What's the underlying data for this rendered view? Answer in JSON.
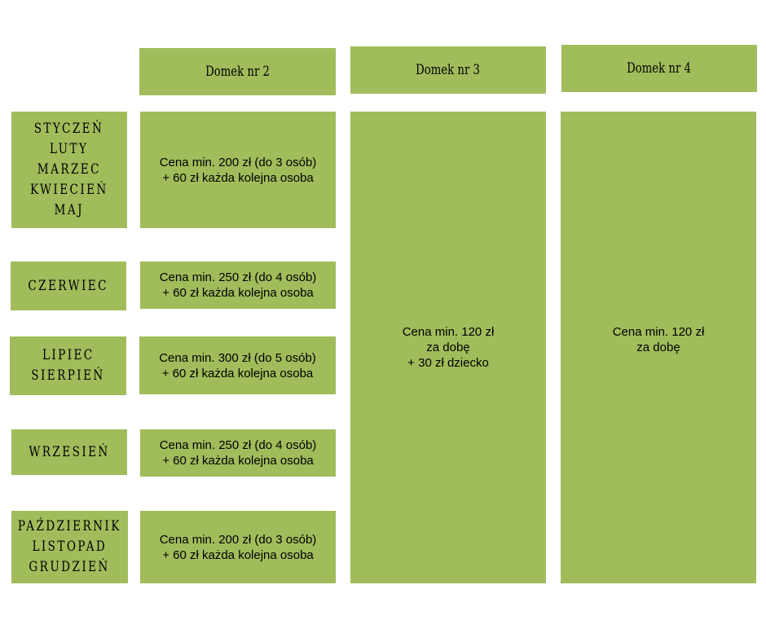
{
  "colors": {
    "cell": "#a1bc5b",
    "background": "#ffffff",
    "text": "#000000"
  },
  "headers": [
    "Domek nr 2",
    "Domek nr 3",
    "Domek nr 4"
  ],
  "periods": [
    {
      "lines": [
        "STYCZEŃ",
        "LUTY",
        "MARZEC",
        "KWIECIEŃ",
        "MAJ"
      ],
      "price": [
        "Cena min. 200 zł (do 3 osób)",
        "+ 60 zł każda kolejna osoba"
      ]
    },
    {
      "lines": [
        "CZERWIEC"
      ],
      "price": [
        "Cena min. 250 zł (do 4 osób)",
        "+ 60 zł każda kolejna osoba"
      ]
    },
    {
      "lines": [
        "LIPIEC",
        "SIERPIEŃ"
      ],
      "price": [
        "Cena min. 300 zł (do 5 osób)",
        "+ 60 zł każda kolejna osoba"
      ]
    },
    {
      "lines": [
        "WRZESIEŃ"
      ],
      "price": [
        "Cena min. 250 zł (do 4 osób)",
        "+ 60 zł każda kolejna osoba"
      ]
    },
    {
      "lines": [
        "PAŹDZIERNIK",
        "LISTOPAD",
        "GRUDZIEŃ"
      ],
      "price": [
        "Cena min. 200 zł (do 3 osób)",
        "+ 60 zł każda kolejna osoba"
      ]
    }
  ],
  "domek3": [
    "Cena min. 120 zł",
    "za dobę",
    "+ 30 zł dziecko"
  ],
  "domek4": [
    "Cena min. 120 zł",
    "za dobę"
  ]
}
